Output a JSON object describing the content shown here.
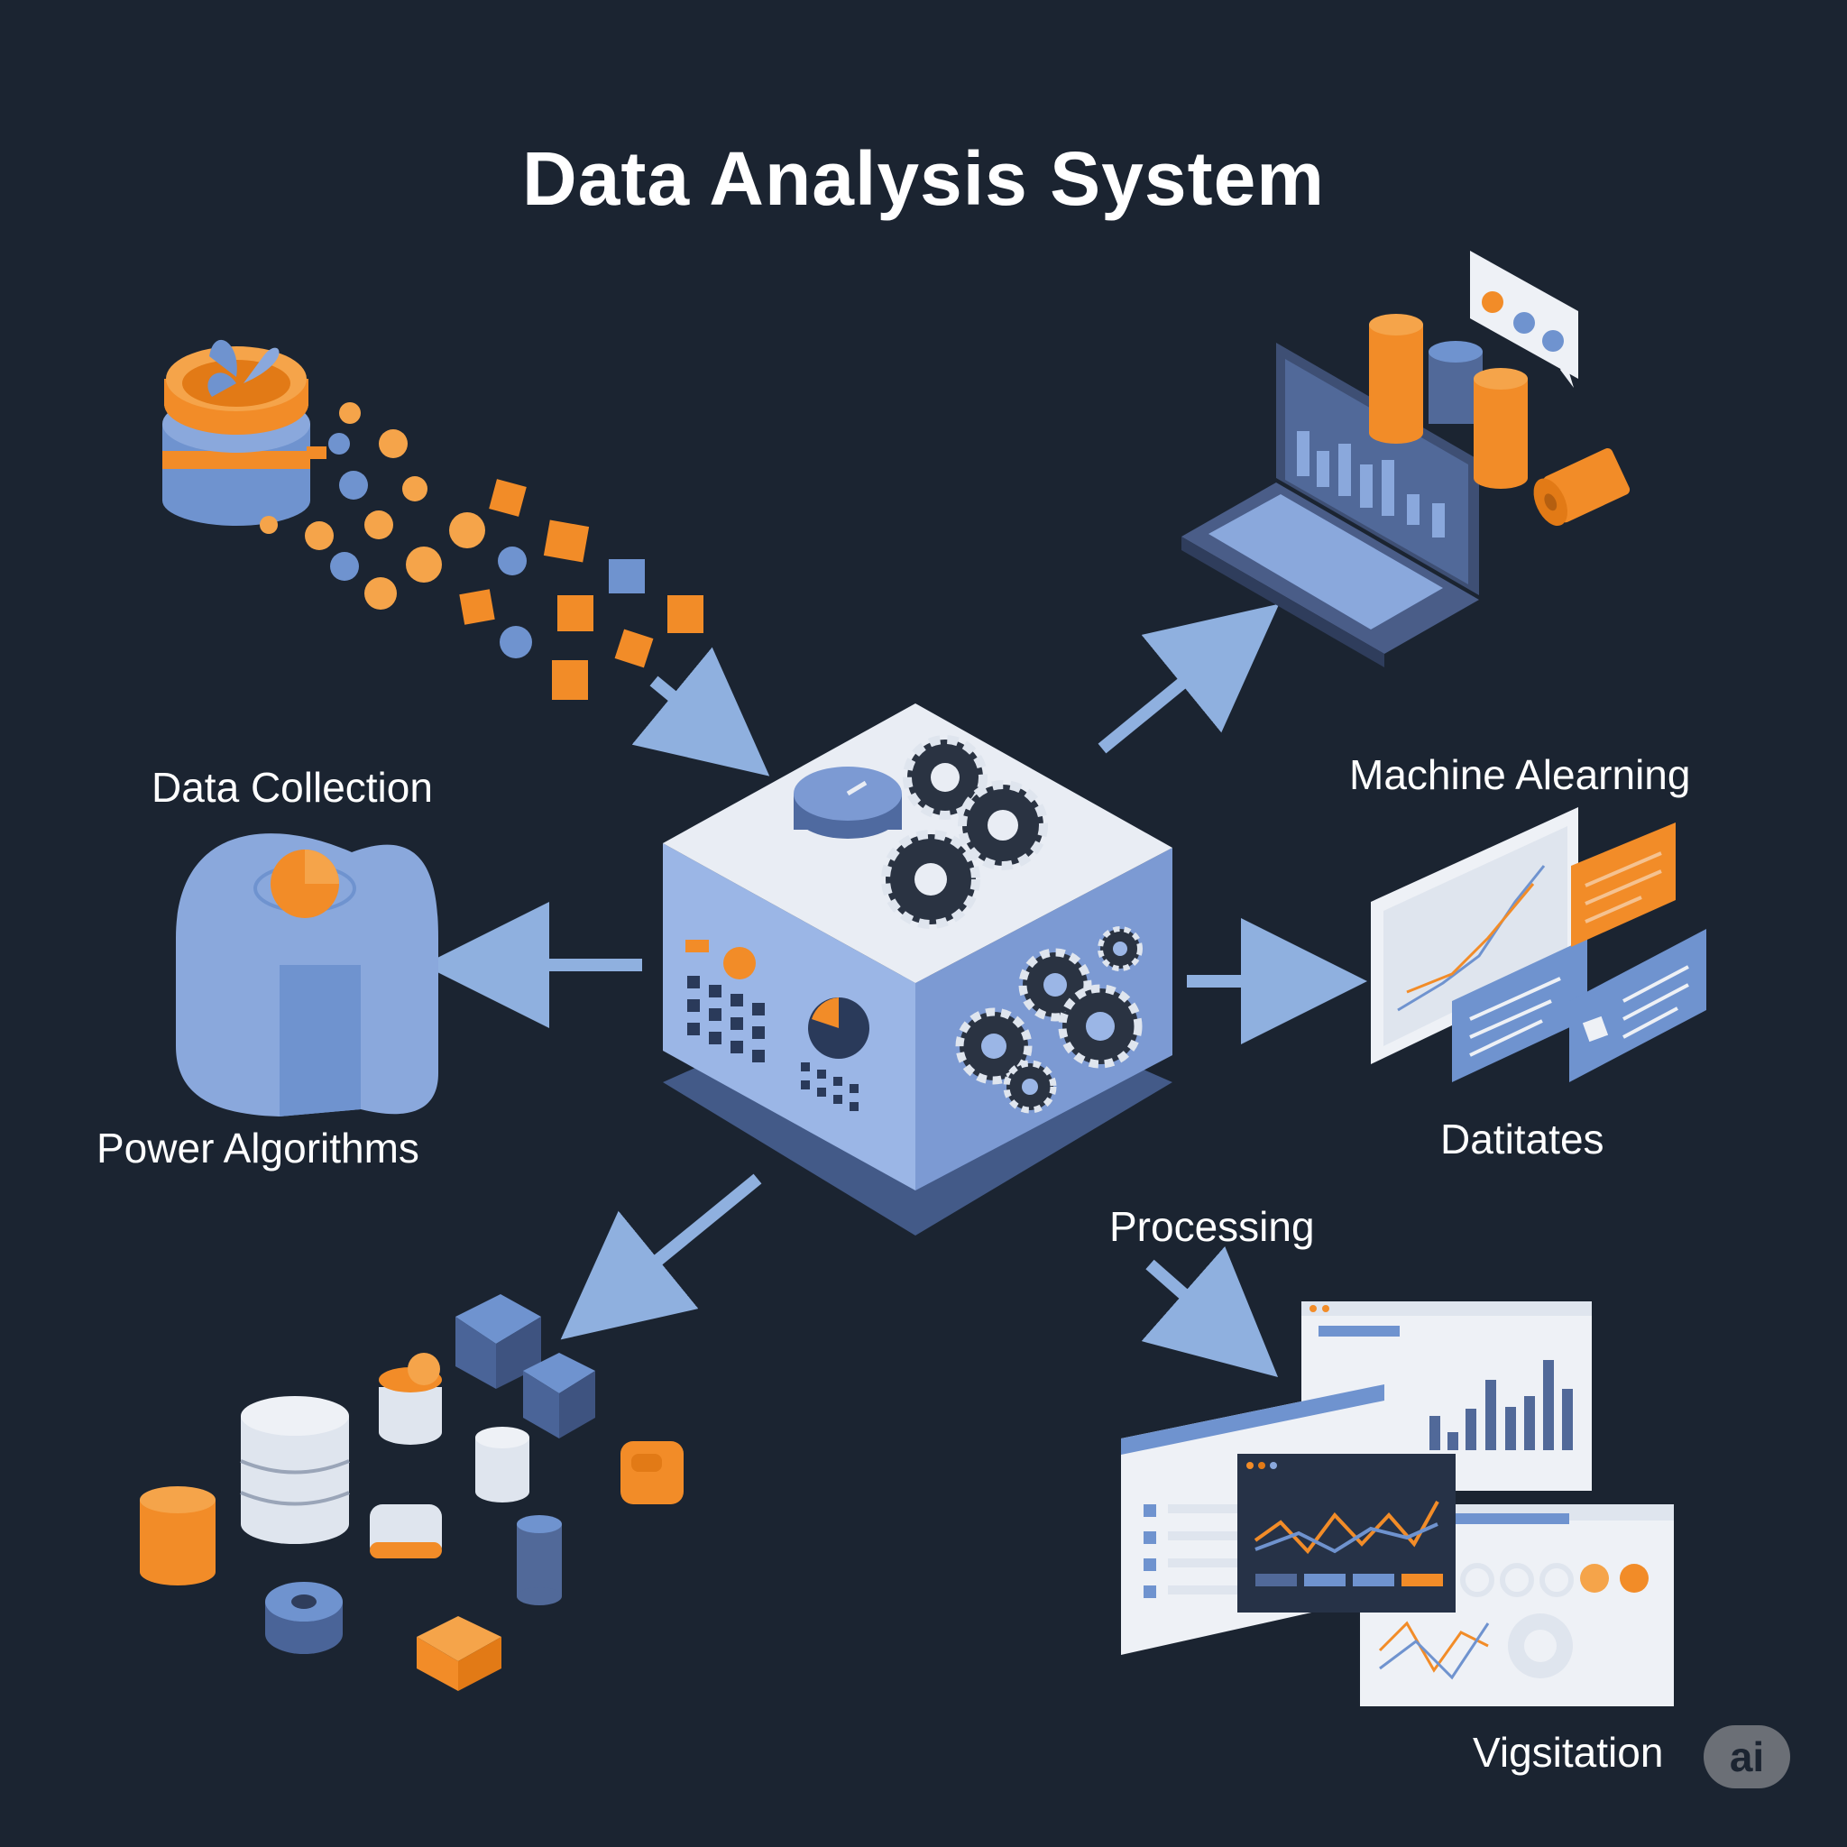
{
  "title": "Data Analysis System",
  "labels": {
    "data_collection": "Data Collection",
    "power_algorithms": "Power Algorithms",
    "machine_learning": "Machine Alearning",
    "datitates": "Datitates",
    "processing": "Processing",
    "vigsitation": "Vigsitation"
  },
  "badge": "ai",
  "colors": {
    "background": "#1b2431",
    "accent_orange": "#f28c28",
    "accent_blue": "#6f93cf",
    "arrow": "#8fb0df",
    "panel_light": "#eef1f6"
  }
}
